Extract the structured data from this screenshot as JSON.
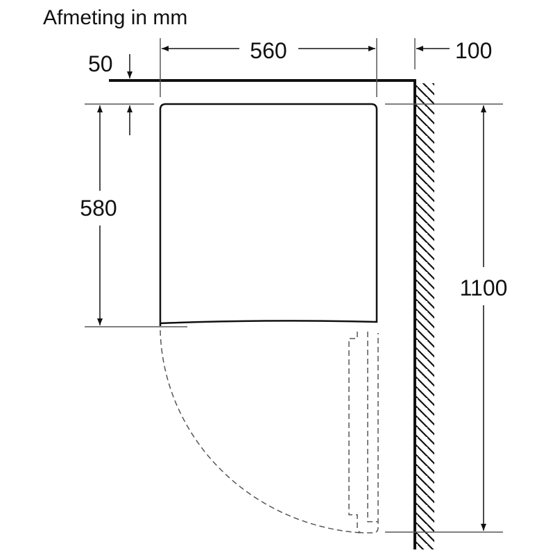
{
  "title": "Afmeting in mm",
  "dimensions": {
    "width": "560",
    "wall_gap": "100",
    "top_gap": "50",
    "depth": "580",
    "height": "1100"
  },
  "colors": {
    "line": "#111111",
    "thin": "#444444"
  }
}
